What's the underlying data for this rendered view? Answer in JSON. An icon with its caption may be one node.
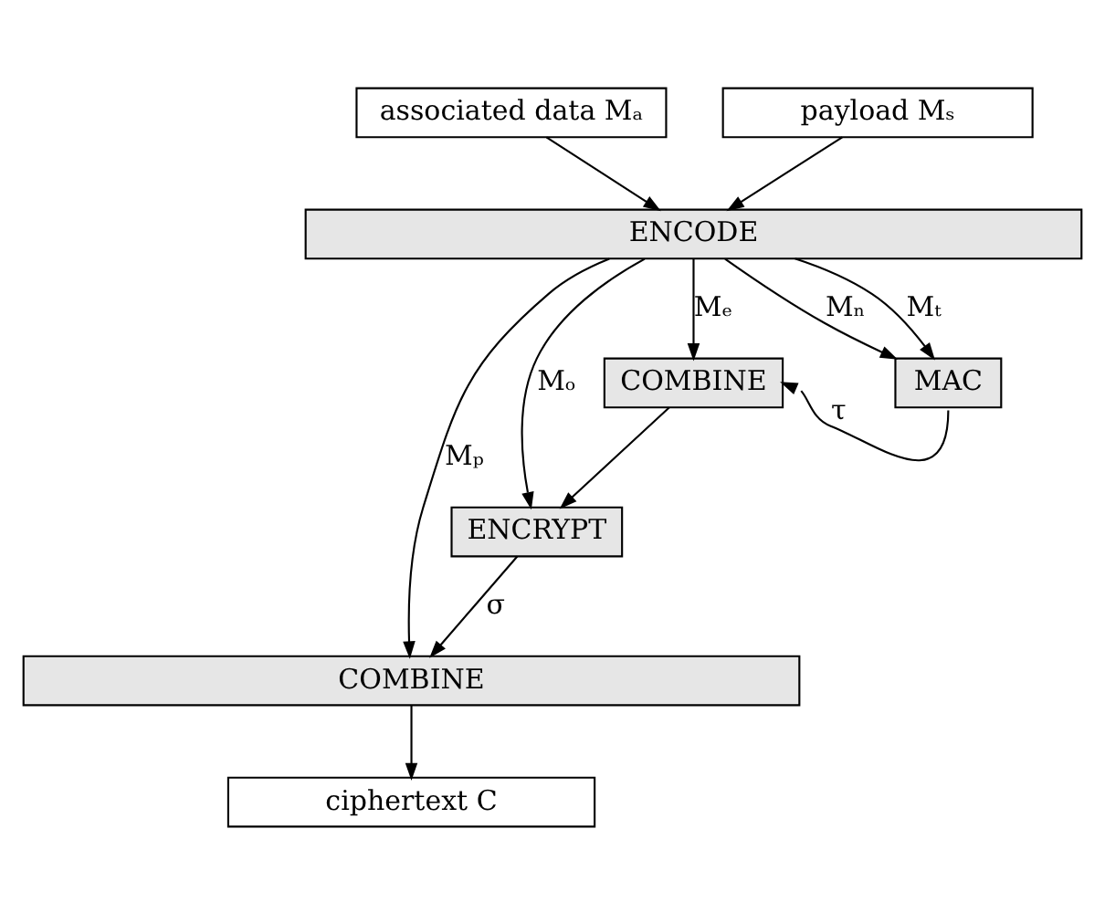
{
  "diagram": {
    "nodes": [
      {
        "text": [
          "associated data Mₐ"
        ]
      },
      {
        "text": [
          "payload Mₛ"
        ]
      },
      {
        "text": [
          "ENCODE"
        ]
      },
      {
        "text": [
          "COMBINE"
        ]
      },
      {
        "text": [
          "ENCRYPT"
        ]
      },
      {
        "text": [
          "MAC"
        ]
      },
      {
        "text": [
          "COMBINE"
        ]
      },
      {
        "text": [
          "ciphertext C"
        ]
      }
    ],
    "edges": [
      {
        "from": 0,
        "to": 2,
        "arrow": "to"
      },
      {
        "from": 1,
        "to": 2,
        "arrow": "to"
      },
      {
        "from": 2,
        "to": 6,
        "arrow": "to",
        "label": "Mₚ"
      },
      {
        "from": 2,
        "to": 4,
        "arrow": "to",
        "label": "Mₒ"
      },
      {
        "from": 2,
        "to": 3,
        "arrow": "to",
        "label": "Mₑ"
      },
      {
        "from": 2,
        "to": 5,
        "arrow": "to",
        "label": "Mₙ"
      },
      {
        "from": 2,
        "to": 5,
        "arrow": "to",
        "label": "Mₜ"
      },
      {
        "from": 3,
        "to": 4,
        "arrow": "to"
      },
      {
        "from": 5,
        "to": 3,
        "arrow": "to",
        "label": "τ"
      },
      {
        "from": 4,
        "to": 6,
        "arrow": "to",
        "label": "σ"
      },
      {
        "from": 6,
        "to": 7,
        "arrow": "to"
      }
    ]
  }
}
